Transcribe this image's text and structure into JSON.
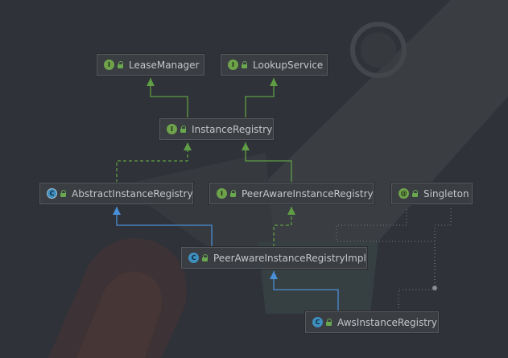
{
  "diagram": {
    "nodes": {
      "lease_manager": {
        "label": "LeaseManager",
        "kind": "interface",
        "badge": "I"
      },
      "lookup_service": {
        "label": "LookupService",
        "kind": "interface",
        "badge": "I"
      },
      "instance_registry": {
        "label": "InstanceRegistry",
        "kind": "interface",
        "badge": "I"
      },
      "abstract_instance_registry": {
        "label": "AbstractInstanceRegistry",
        "kind": "abstract-class",
        "badge": "C"
      },
      "peer_aware_instance_registry": {
        "label": "PeerAwareInstanceRegistry",
        "kind": "interface",
        "badge": "I"
      },
      "singleton": {
        "label": "Singleton",
        "kind": "annotation",
        "badge": "@"
      },
      "peer_aware_instance_registry_impl": {
        "label": "PeerAwareInstanceRegistryImpl",
        "kind": "class",
        "badge": "C"
      },
      "aws_instance_registry": {
        "label": "AwsInstanceRegistry",
        "kind": "class",
        "badge": "C"
      }
    },
    "edges": [
      {
        "from": "instance_registry",
        "to": "lease_manager",
        "type": "extends-interface"
      },
      {
        "from": "instance_registry",
        "to": "lookup_service",
        "type": "extends-interface"
      },
      {
        "from": "abstract_instance_registry",
        "to": "instance_registry",
        "type": "implements"
      },
      {
        "from": "peer_aware_instance_registry",
        "to": "instance_registry",
        "type": "extends-interface"
      },
      {
        "from": "peer_aware_instance_registry_impl",
        "to": "abstract_instance_registry",
        "type": "extends-class"
      },
      {
        "from": "peer_aware_instance_registry_impl",
        "to": "peer_aware_instance_registry",
        "type": "implements"
      },
      {
        "from": "aws_instance_registry",
        "to": "peer_aware_instance_registry_impl",
        "type": "extends-class"
      },
      {
        "from": "aws_instance_registry",
        "to": "singleton",
        "type": "annotated-with"
      }
    ]
  },
  "colors": {
    "background": "#2f3238",
    "interface_edge": "#5f9e45",
    "class_edge": "#4a8fd6",
    "annotation_edge": "#6b6e72"
  }
}
